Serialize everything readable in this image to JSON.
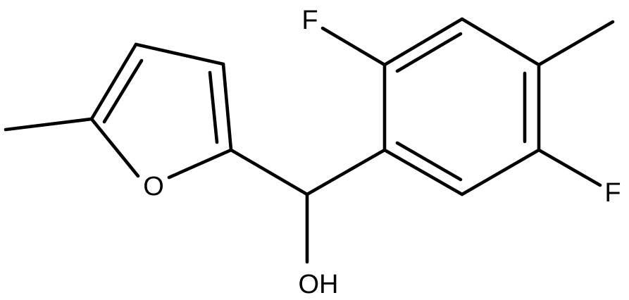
{
  "labels": {
    "fluorine_top": "F",
    "fluorine_bottom": "F",
    "oxygen_furan": "O",
    "hydroxyl": "OH"
  },
  "colors": {
    "bond": "#000000",
    "background": "#ffffff"
  }
}
